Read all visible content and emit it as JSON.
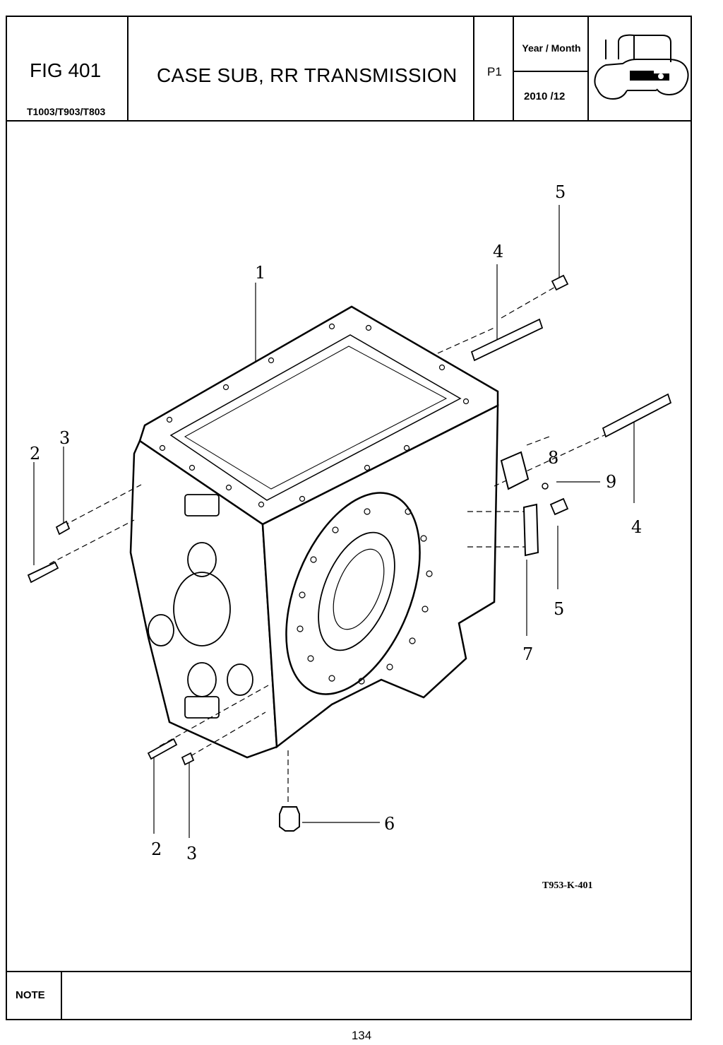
{
  "header": {
    "fig": "FIG 401",
    "models": "T1003/T903/T803",
    "title": "CASE SUB, RR TRANSMISSION",
    "page_code": "P1",
    "year_month_label": "Year / Month",
    "date": "2010 /12"
  },
  "drawing": {
    "callouts": [
      "1",
      "2",
      "3",
      "4",
      "5",
      "6",
      "7",
      "8",
      "9"
    ],
    "ref_code": "T953-K-401"
  },
  "note": {
    "label": "NOTE"
  },
  "page_number": "134"
}
